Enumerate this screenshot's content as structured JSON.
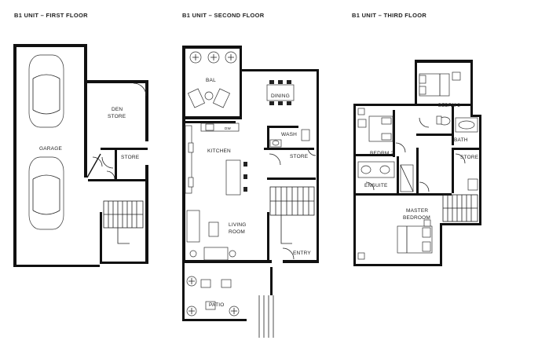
{
  "titles": {
    "first": "B1 UNIT – FIRST FLOOR",
    "second": "B1 UNIT – SECOND FLOOR",
    "third": "B1 UNIT – THIRD FLOOR"
  },
  "first_floor": {
    "garage": "GARAGE",
    "den": "DEN",
    "store_den": "STORE",
    "store": "STORE"
  },
  "second_floor": {
    "bal": "BAL",
    "dining": "DINING",
    "wash": "WASH",
    "kitchen": "KITCHEN",
    "store": "STORE",
    "living": "LIVING",
    "room": "ROOM",
    "entry": "ENTRY",
    "patio": "PATIO",
    "dw": "DW"
  },
  "third_floor": {
    "bedrm3": "BEDRM 3",
    "bath": "BATH",
    "bedrm2": "BEDRM 2",
    "store": "STORE",
    "ensuite": "ENSUITE",
    "master": "MASTER",
    "bedroom": "BEDROOM"
  }
}
